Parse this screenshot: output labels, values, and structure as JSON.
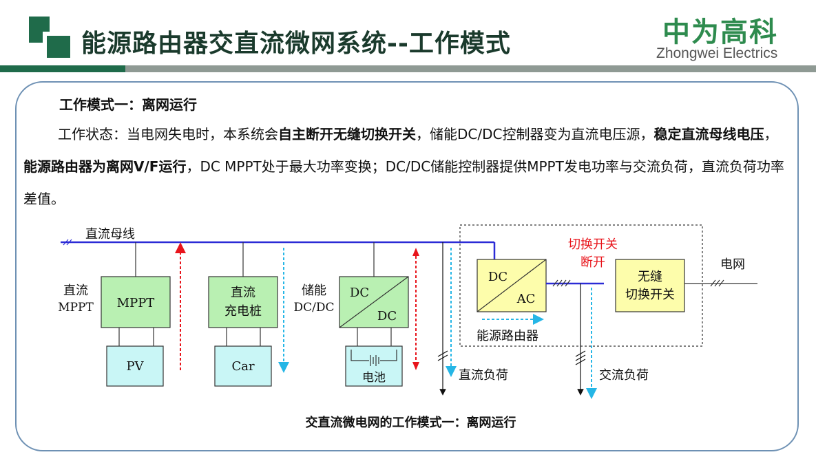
{
  "header": {
    "title": "能源路由器交直流微网系统--工作模式",
    "brand_cn": "中为高科",
    "brand_en": "Zhongwei Electrics"
  },
  "content": {
    "heading": "工作模式一：离网运行",
    "para_1": "工作状态：当电网失电时，本系统会",
    "para_bold_1": "自主断开无缝切换开关",
    "para_2": "，储能DC/DC控制器变为直流电压源，",
    "para_bold_2": "稳定直流母线电压",
    "para_3": "，",
    "para_bold_3": "能源路由器为离网V/F运行",
    "para_4": "，DC MPPT处于最大功率变换；DC/DC储能控制器提供MPPT发电功率与交流负荷，直流负荷功率差值。"
  },
  "diagram": {
    "dc_bus": "直流母线",
    "mppt_side_1": "直流",
    "mppt_side_2": "MPPT",
    "mppt_box": "MPPT",
    "pv_box": "PV",
    "charger_1": "直流",
    "charger_2": "充电桩",
    "car_box": "Car",
    "storage_side_1": "储能",
    "storage_side_2": "DC/DC",
    "dcdc_top": "DC",
    "dcdc_bottom": "DC",
    "battery": "电池",
    "dcac_top": "DC",
    "dcac_bottom": "AC",
    "router": "能源路由器",
    "switch_note_1": "切换开关",
    "switch_note_2": "断开",
    "seamless_1": "无缝",
    "seamless_2": "切换开关",
    "grid": "电网",
    "dc_load": "直流负荷",
    "ac_load": "交流负荷",
    "caption": "交直流微电网的工作模式一：离网运行",
    "colors": {
      "bus": "#2b2bd6",
      "green_box": "#b9f0b2",
      "cyan_box": "#c9f6f6",
      "yellow_box": "#fdfdab",
      "red_arrow": "#e8141b",
      "cyan_arrow": "#25b6e6",
      "red_text": "#e8141b"
    }
  }
}
